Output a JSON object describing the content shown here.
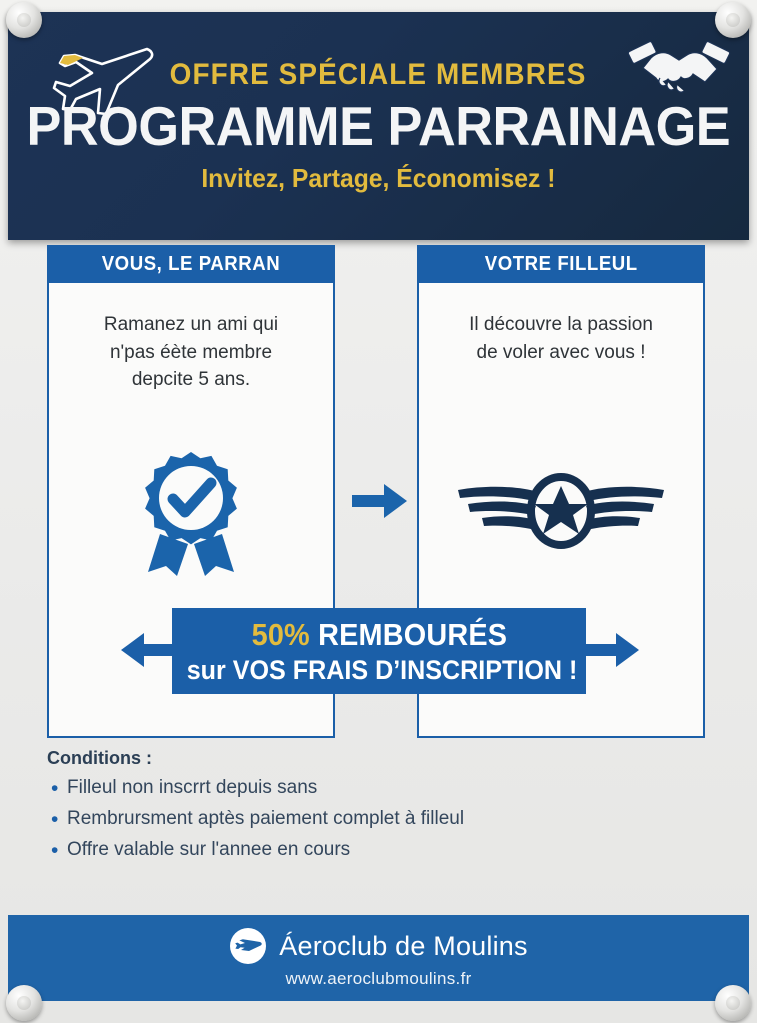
{
  "poster": {
    "header": {
      "kicker": "OFFRE SPÉCIALE MEMBRES",
      "title": "PROGRAMME PARRAINAGE",
      "subtitle": "Invitez, Partage, Économisez !",
      "plane_icon": "airplane-outline-icon",
      "handshake_icon": "handshake-icon",
      "bg_color": "#1d3355",
      "accent_color": "#e2bb3e"
    },
    "columns": [
      {
        "heading": "VOUS, LE PARRAN",
        "lines": [
          "Ramanez un ami qui",
          "n'pas éète membre",
          "depcite 5 ans."
        ],
        "icon": "award-rosette-check-icon"
      },
      {
        "heading": "VOTRE FILLEUL",
        "lines": [
          "Il découvre la passion",
          "de voler avec vous !"
        ],
        "icon": "pilot-wings-star-icon"
      }
    ],
    "flow_arrow_icon": "arrow-right-icon",
    "banner": {
      "percent": "50%",
      "line1_rest": " REMBOURÉS",
      "line2": "sur VOS FRAIS D’INSCRIPTION !",
      "arrow_left_icon": "arrow-left-icon",
      "arrow_right_icon": "arrow-right-icon",
      "bg_color": "#1b5fa8",
      "percent_color": "#e2bb3e"
    },
    "conditions": {
      "title": "Conditions :",
      "items": [
        "Filleul non inscrrt depuis sans",
        "Rembrursment aptès paiement complet à filleul",
        "Offre valable sur l'annee en cours"
      ]
    },
    "footer": {
      "logo_icon": "airplane-circle-logo-icon",
      "name": "Áeroclub de Moulins",
      "url": "www.aeroclubmoulins.fr",
      "bg_color": "#1f64a8"
    },
    "bolts": [
      "bolt-top-left",
      "bolt-top-right",
      "bolt-bottom-left",
      "bolt-bottom-right"
    ]
  }
}
